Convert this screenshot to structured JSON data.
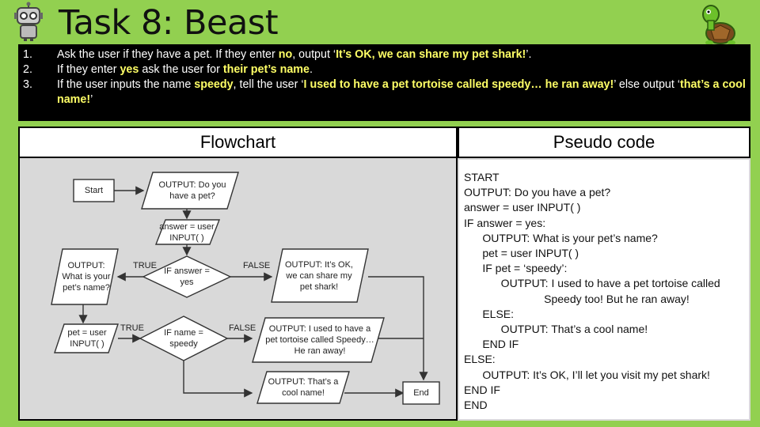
{
  "title": "Task 8: Beast",
  "tasks": [
    {
      "num": "1.",
      "parts": [
        {
          "t": "Ask the user if they have a pet. If they enter ",
          "b": false
        },
        {
          "t": "no",
          "b": true
        },
        {
          "t": ", output ‘",
          "b": false
        },
        {
          "t": "It’s OK, we can share my pet shark!",
          "b": true
        },
        {
          "t": "’.",
          "b": false
        }
      ]
    },
    {
      "num": "2.",
      "parts": [
        {
          "t": "If they enter ",
          "b": false
        },
        {
          "t": "yes",
          "b": true
        },
        {
          "t": " ask the user for ",
          "b": false
        },
        {
          "t": "their pet’s name",
          "b": true
        },
        {
          "t": ".",
          "b": false
        }
      ]
    },
    {
      "num": "3.",
      "parts": [
        {
          "t": "If the user inputs the name ",
          "b": false
        },
        {
          "t": "speedy",
          "b": true
        },
        {
          "t": ", tell the user ‘",
          "b": false
        },
        {
          "t": "I used to have a pet tortoise called speedy… he ran away!",
          "b": true
        },
        {
          "t": "’ else output ‘",
          "b": false
        },
        {
          "t": "that’s a cool name!",
          "b": true
        },
        {
          "t": "’",
          "b": false
        }
      ]
    }
  ],
  "flowchart": {
    "heading": "Flowchart",
    "start": "Start",
    "output_have_pet": "OUTPUT: Do you have a pet?",
    "answer_input": "answer = user INPUT( )",
    "decision_answer": "IF answer = yes",
    "output_ok": "OUTPUT: It’s OK, we can share my pet shark!",
    "output_pet_name": "OUTPUT: What is your pet’s name?",
    "pet_input": "pet = user INPUT( )",
    "decision_name": "IF name = speedy",
    "output_tortoise": "OUTPUT: I used to have a pet tortoise called Speedy… He ran away!",
    "output_cool": "OUTPUT: That’s a cool name!",
    "end": "End",
    "true_label": "TRUE",
    "false_label": "FALSE"
  },
  "pseudocode": {
    "heading": "Pseudo code",
    "lines": [
      "START",
      "OUTPUT: Do you have a pet?",
      "answer = user INPUT( )",
      "IF answer = yes:",
      "      OUTPUT: What is your pet’s name?",
      "      pet = user INPUT( )",
      "      IF pet = ‘speedy’:",
      "            OUTPUT: I used to have a pet tortoise called",
      "                          Speedy too! But he ran away!",
      "      ELSE:",
      "            OUTPUT: That’s a cool name!",
      "      END IF",
      "ELSE:",
      "      OUTPUT: It’s OK, I’ll let you visit my pet shark!",
      "END IF",
      "END"
    ]
  },
  "colors": {
    "background": "#92d050",
    "highlight": "#ffff66",
    "panel": "#d9d9d9"
  }
}
